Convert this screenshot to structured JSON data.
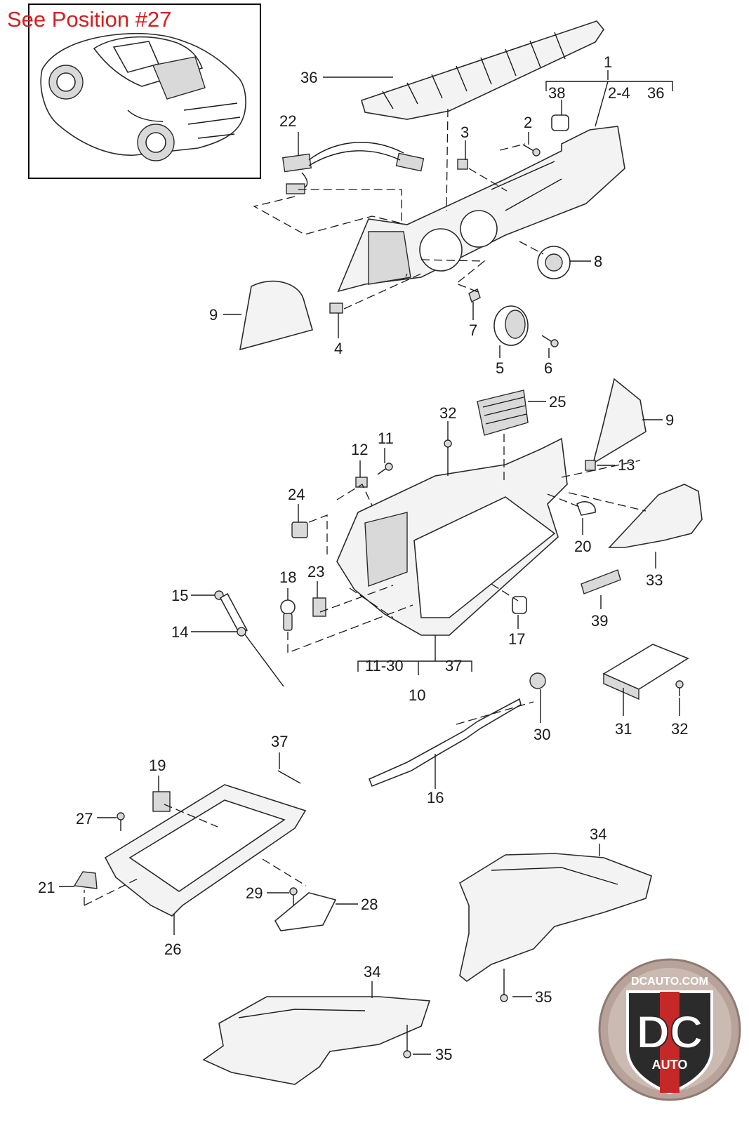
{
  "position_note": "See Position #27",
  "brand": {
    "domain_text": "DCAUTO.COM",
    "monogram": "DC",
    "word": "AUTO",
    "colors": {
      "ring": "#b7a39a",
      "badge": "#c62828",
      "dark": "#2b2b2b"
    }
  },
  "part_labels": [
    {
      "id": "p1",
      "text": "1"
    },
    {
      "id": "p1-38",
      "text": "38"
    },
    {
      "id": "p1-2-4",
      "text": "2-4"
    },
    {
      "id": "p1-36",
      "text": "36"
    },
    {
      "id": "p36",
      "text": "36"
    },
    {
      "id": "p22",
      "text": "22"
    },
    {
      "id": "p3",
      "text": "3"
    },
    {
      "id": "p2",
      "text": "2"
    },
    {
      "id": "p8",
      "text": "8"
    },
    {
      "id": "p9a",
      "text": "9"
    },
    {
      "id": "p4",
      "text": "4"
    },
    {
      "id": "p7",
      "text": "7"
    },
    {
      "id": "p5",
      "text": "5"
    },
    {
      "id": "p6",
      "text": "6"
    },
    {
      "id": "p25",
      "text": "25"
    },
    {
      "id": "p32a",
      "text": "32"
    },
    {
      "id": "p11",
      "text": "11"
    },
    {
      "id": "p12",
      "text": "12"
    },
    {
      "id": "p9b",
      "text": "9"
    },
    {
      "id": "p13",
      "text": "13"
    },
    {
      "id": "p24",
      "text": "24"
    },
    {
      "id": "p20",
      "text": "20"
    },
    {
      "id": "p33",
      "text": "33"
    },
    {
      "id": "p18",
      "text": "18"
    },
    {
      "id": "p23",
      "text": "23"
    },
    {
      "id": "p15",
      "text": "15"
    },
    {
      "id": "p14",
      "text": "14"
    },
    {
      "id": "p17",
      "text": "17"
    },
    {
      "id": "p39",
      "text": "39"
    },
    {
      "id": "p10-11-30",
      "text": "11-30"
    },
    {
      "id": "p10-37",
      "text": "37"
    },
    {
      "id": "p10",
      "text": "10"
    },
    {
      "id": "p30",
      "text": "30"
    },
    {
      "id": "p31",
      "text": "31"
    },
    {
      "id": "p32b",
      "text": "32"
    },
    {
      "id": "p16",
      "text": "16"
    },
    {
      "id": "p37",
      "text": "37"
    },
    {
      "id": "p19",
      "text": "19"
    },
    {
      "id": "p27",
      "text": "27"
    },
    {
      "id": "p21",
      "text": "21"
    },
    {
      "id": "p26",
      "text": "26"
    },
    {
      "id": "p29",
      "text": "29"
    },
    {
      "id": "p28",
      "text": "28"
    },
    {
      "id": "p34a",
      "text": "34"
    },
    {
      "id": "p35a",
      "text": "35"
    },
    {
      "id": "p34b",
      "text": "34"
    },
    {
      "id": "p35b",
      "text": "35"
    }
  ]
}
